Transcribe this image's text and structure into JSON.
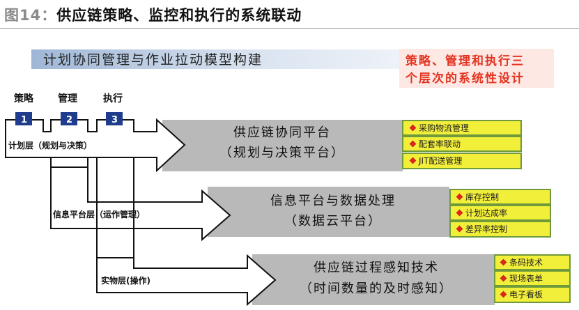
{
  "figure": {
    "number": "图14：",
    "title": "供应链策略、监控和执行的系统联动"
  },
  "banner": "计划协同管理与作业拉动模型构建",
  "note": {
    "line1": "策略、管理和执行三",
    "line2": "个层次的系统性设计"
  },
  "columns": [
    {
      "label": "策略",
      "num": "1"
    },
    {
      "label": "管理",
      "num": "2"
    },
    {
      "label": "执行",
      "num": "3"
    }
  ],
  "layers": [
    {
      "label": "计划层（规划与决策）",
      "platform": "供应链协同平台",
      "sub": "（规划与决策平台）",
      "items": [
        "采购物流管理",
        "配套率联动",
        "JIT配送管理"
      ]
    },
    {
      "label": "信息平台层（运作管理）",
      "platform": "信息平台与数据处理",
      "sub": "（数据云平台）",
      "items": [
        "库存控制",
        "计划达成率",
        "差异率控制"
      ]
    },
    {
      "label": "实物层(操作)",
      "platform": "供应链过程感知技术",
      "sub": "（时间数量的及时感知）",
      "items": [
        "条码技术",
        "现场表单",
        "电子看板"
      ]
    }
  ],
  "colors": {
    "square": "#1f3d8c",
    "item_bg": "#f2ef3a",
    "item_border": "#6f9a3c",
    "platform_bg": "#b9b9b9",
    "note_text": "#e3321f"
  }
}
